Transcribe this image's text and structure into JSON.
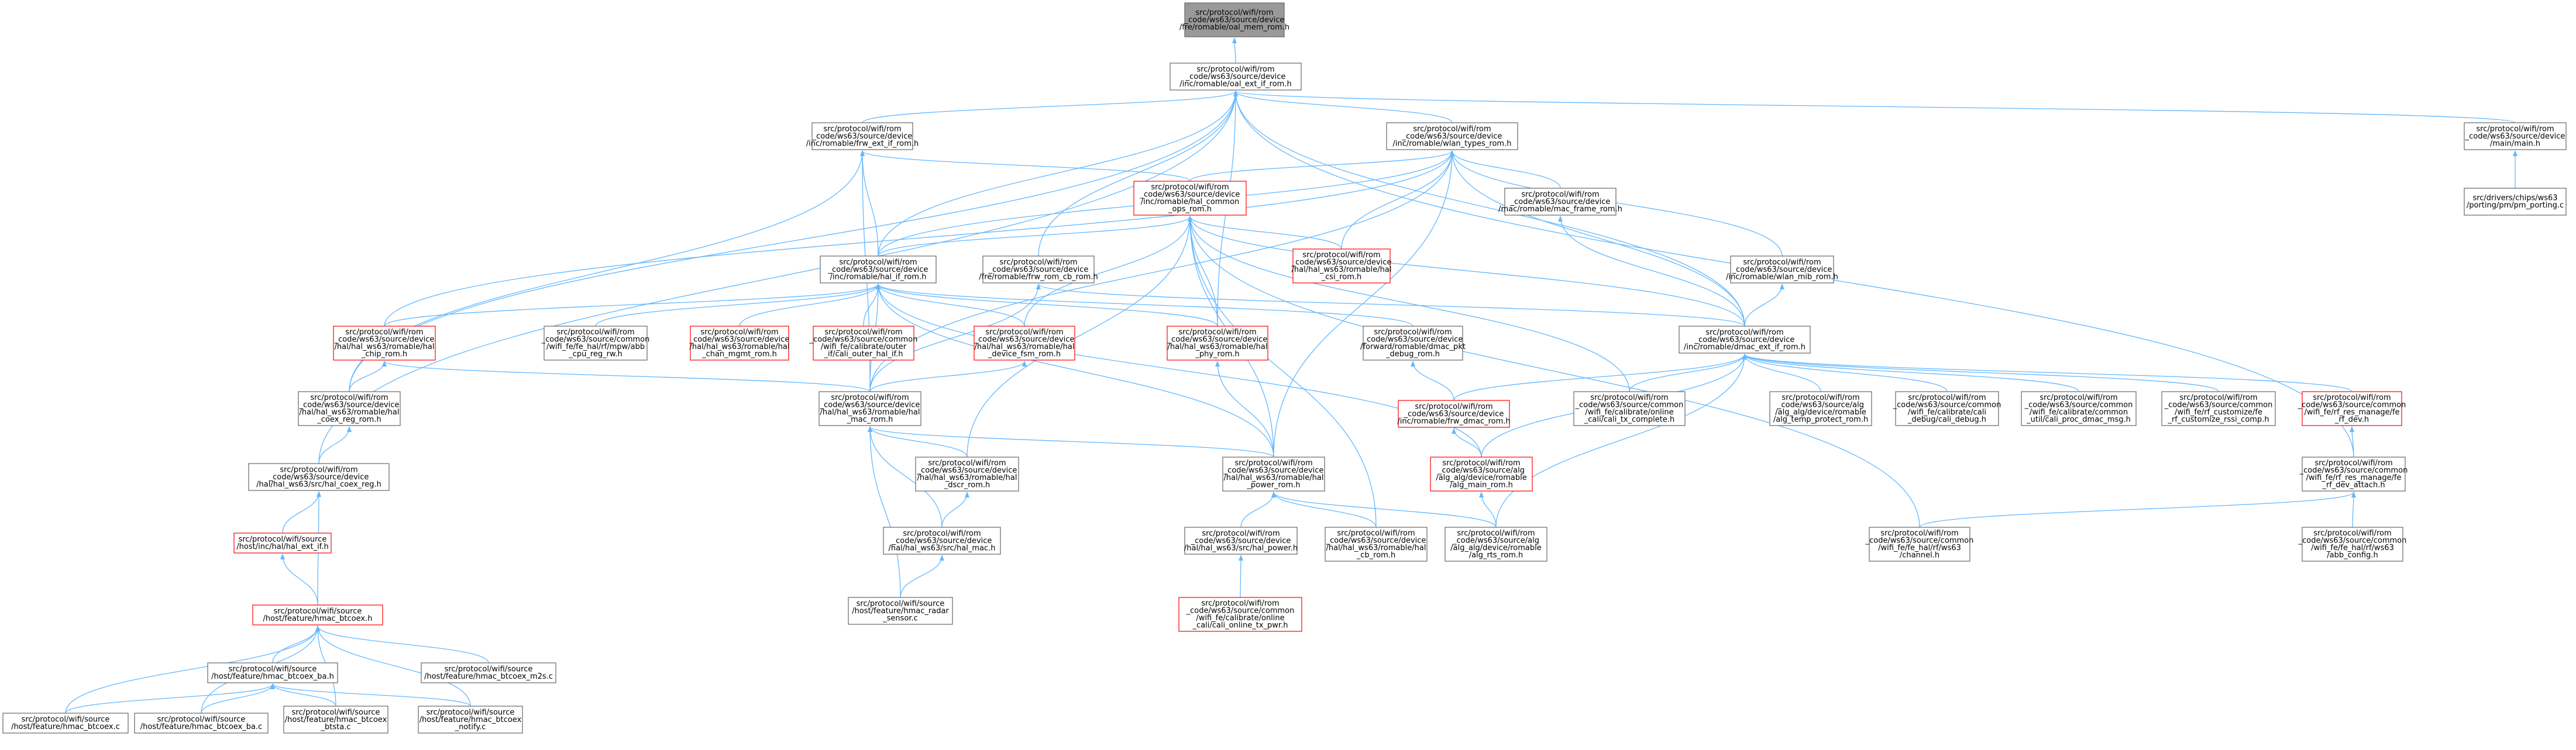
{
  "colors": {
    "background": "#ffffff",
    "node_fill": "#ffffff",
    "node_border": "#666666",
    "root_fill": "#999999",
    "root_border": "#666666",
    "red_border": "#ff0000",
    "edge": "#63b8ff"
  },
  "nodes": [
    {
      "id": "n0",
      "kind": "root",
      "lines": [
        "src/protocol/wifi/rom",
        "_code/ws63/source/device",
        "/fre/romable/oal_mem_rom.h"
      ]
    },
    {
      "id": "n1",
      "kind": "normal",
      "lines": [
        "src/protocol/wifi/rom",
        "_code/ws63/source/device",
        "/inc/romable/oal_ext_if_rom.h"
      ]
    },
    {
      "id": "n2",
      "kind": "normal",
      "lines": [
        "src/protocol/wifi/rom",
        "_code/ws63/source/device",
        "/inc/romable/frw_ext_if_rom.h"
      ]
    },
    {
      "id": "n3",
      "kind": "normal",
      "lines": [
        "src/protocol/wifi/rom",
        "_code/ws63/source/device",
        "/inc/romable/wlan_types_rom.h"
      ]
    },
    {
      "id": "n4",
      "kind": "normal",
      "lines": [
        "src/protocol/wifi/rom",
        "_code/ws63/source/device",
        "/main/main.h"
      ]
    },
    {
      "id": "n5",
      "kind": "red",
      "lines": [
        "src/protocol/wifi/rom",
        "_code/ws63/source/device",
        "/inc/romable/hal_common",
        "_ops_rom.h"
      ]
    },
    {
      "id": "n6",
      "kind": "normal",
      "lines": [
        "src/protocol/wifi/rom",
        "_code/ws63/source/device",
        "/mac/romable/mac_frame_rom.h"
      ]
    },
    {
      "id": "n7",
      "kind": "normal",
      "lines": [
        "src/drivers/chips/ws63",
        "/porting/pm/pm_porting.c"
      ]
    },
    {
      "id": "n8",
      "kind": "normal",
      "lines": [
        "src/protocol/wifi/rom",
        "_code/ws63/source/device",
        "/inc/romable/hal_if_rom.h"
      ]
    },
    {
      "id": "n9",
      "kind": "normal",
      "lines": [
        "src/protocol/wifi/rom",
        "_code/ws63/source/device",
        "/fre/romable/frw_rom_cb_rom.h"
      ]
    },
    {
      "id": "n10",
      "kind": "red",
      "lines": [
        "src/protocol/wifi/rom",
        "_code/ws63/source/device",
        "/hal/hal_ws63/romable/hal",
        "_csi_rom.h"
      ]
    },
    {
      "id": "n11",
      "kind": "normal",
      "lines": [
        "src/protocol/wifi/rom",
        "_code/ws63/source/device",
        "/inc/romable/wlan_mib_rom.h"
      ]
    },
    {
      "id": "n12",
      "kind": "red",
      "lines": [
        "src/protocol/wifi/rom",
        "_code/ws63/source/device",
        "/hal/hal_ws63/romable/hal",
        "_chip_rom.h"
      ]
    },
    {
      "id": "n13",
      "kind": "normal",
      "lines": [
        "src/protocol/wifi/rom",
        "_code/ws63/source/common",
        "/wifi_fe/fe_hal/rf/mpw/abb",
        "_cpu_reg_rw.h"
      ]
    },
    {
      "id": "n14",
      "kind": "red",
      "lines": [
        "src/protocol/wifi/rom",
        "_code/ws63/source/device",
        "/hal/hal_ws63/romable/hal",
        "_chan_mgmt_rom.h"
      ]
    },
    {
      "id": "n15",
      "kind": "red",
      "lines": [
        "src/protocol/wifi/rom",
        "_code/ws63/source/common",
        "/wifi_fe/calibrate/outer",
        "_if/cali_outer_hal_if.h"
      ]
    },
    {
      "id": "n16",
      "kind": "red",
      "lines": [
        "src/protocol/wifi/rom",
        "_code/ws63/source/device",
        "/hal/hal_ws63/romable/hal",
        "_device_fsm_rom.h"
      ]
    },
    {
      "id": "n17",
      "kind": "red",
      "lines": [
        "src/protocol/wifi/rom",
        "_code/ws63/source/device",
        "/hal/hal_ws63/romable/hal",
        "_phy_rom.h"
      ]
    },
    {
      "id": "n18",
      "kind": "normal",
      "lines": [
        "src/protocol/wifi/rom",
        "_code/ws63/source/device",
        "/forward/romable/dmac_pkt",
        "_debug_rom.h"
      ]
    },
    {
      "id": "n19",
      "kind": "normal",
      "lines": [
        "src/protocol/wifi/rom",
        "_code/ws63/source/device",
        "/inc/romable/dmac_ext_if_rom.h"
      ]
    },
    {
      "id": "n20",
      "kind": "normal",
      "lines": [
        "src/protocol/wifi/rom",
        "_code/ws63/source/device",
        "/hal/hal_ws63/romable/hal",
        "_coex_reg_rom.h"
      ]
    },
    {
      "id": "n21",
      "kind": "normal",
      "lines": [
        "src/protocol/wifi/rom",
        "_code/ws63/source/device",
        "/hal/hal_ws63/romable/hal",
        "_mac_rom.h"
      ]
    },
    {
      "id": "n22",
      "kind": "red",
      "lines": [
        "src/protocol/wifi/rom",
        "_code/ws63/source/device",
        "/inc/romable/frw_dmac_rom.h"
      ]
    },
    {
      "id": "n23",
      "kind": "normal",
      "lines": [
        "src/protocol/wifi/rom",
        "_code/ws63/source/common",
        "/wifi_fe/calibrate/online",
        "_cali/cali_tx_complete.h"
      ]
    },
    {
      "id": "n24",
      "kind": "normal",
      "lines": [
        "src/protocol/wifi/rom",
        "_code/ws63/source/alg",
        "/alg_alg/device/romable",
        "/alg_temp_protect_rom.h"
      ]
    },
    {
      "id": "n25",
      "kind": "normal",
      "lines": [
        "src/protocol/wifi/rom",
        "_code/ws63/source/common",
        "/wifi_fe/calibrate/cali",
        "_debug/cali_debug.h"
      ]
    },
    {
      "id": "n26",
      "kind": "normal",
      "lines": [
        "src/protocol/wifi/rom",
        "_code/ws63/source/common",
        "/wifi_fe/calibrate/common",
        "_util/cali_proc_dmac_msg.h"
      ]
    },
    {
      "id": "n27",
      "kind": "normal",
      "lines": [
        "src/protocol/wifi/rom",
        "_code/ws63/source/common",
        "/wifi_fe/rf_customize/fe",
        "_rf_customize_rssi_comp.h"
      ]
    },
    {
      "id": "n28",
      "kind": "red",
      "lines": [
        "src/protocol/wifi/rom",
        "_code/ws63/source/common",
        "/wifi_fe/rf_res_manage/fe",
        "_rf_dev.h"
      ]
    },
    {
      "id": "n29",
      "kind": "normal",
      "lines": [
        "src/protocol/wifi/rom",
        "_code/ws63/source/device",
        "/hal/hal_ws63/src/hal_coex_reg.h"
      ]
    },
    {
      "id": "n30",
      "kind": "normal",
      "lines": [
        "src/protocol/wifi/rom",
        "_code/ws63/source/device",
        "/hal/hal_ws63/romable/hal",
        "_dscr_rom.h"
      ]
    },
    {
      "id": "n31",
      "kind": "normal",
      "lines": [
        "src/protocol/wifi/rom",
        "_code/ws63/source/device",
        "/hal/hal_ws63/romable/hal",
        "_power_rom.h"
      ]
    },
    {
      "id": "n32",
      "kind": "red",
      "lines": [
        "src/protocol/wifi/rom",
        "_code/ws63/source/alg",
        "/alg_alg/device/romable",
        "/alg_main_rom.h"
      ]
    },
    {
      "id": "n33",
      "kind": "normal",
      "lines": [
        "src/protocol/wifi/rom",
        "_code/ws63/source/common",
        "/wifi_fe/rf_res_manage/fe",
        "_rf_dev_attach.h"
      ]
    },
    {
      "id": "n34",
      "kind": "red",
      "lines": [
        "src/protocol/wifi/source",
        "/host/inc/hal/hal_ext_if.h"
      ]
    },
    {
      "id": "n35",
      "kind": "normal",
      "lines": [
        "src/protocol/wifi/rom",
        "_code/ws63/source/device",
        "/hal/hal_ws63/src/hal_mac.h"
      ]
    },
    {
      "id": "n36",
      "kind": "normal",
      "lines": [
        "src/protocol/wifi/rom",
        "_code/ws63/source/device",
        "/hal/hal_ws63/src/hal_power.h"
      ]
    },
    {
      "id": "n37",
      "kind": "normal",
      "lines": [
        "src/protocol/wifi/rom",
        "_code/ws63/source/device",
        "/hal/hal_ws63/romable/hal",
        "_cb_rom.h"
      ]
    },
    {
      "id": "n38",
      "kind": "normal",
      "lines": [
        "src/protocol/wifi/rom",
        "_code/ws63/source/alg",
        "/alg_alg/device/romable",
        "/alg_rts_rom.h"
      ]
    },
    {
      "id": "n39",
      "kind": "normal",
      "lines": [
        "src/protocol/wifi/rom",
        "_code/ws63/source/common",
        "/wifi_fe/fe_hal/rf/ws63",
        "/channel.h"
      ]
    },
    {
      "id": "n40",
      "kind": "normal",
      "lines": [
        "src/protocol/wifi/rom",
        "_code/ws63/source/common",
        "/wifi_fe/fe_hal/rf/ws63",
        "/abb_config.h"
      ]
    },
    {
      "id": "n41",
      "kind": "red",
      "lines": [
        "src/protocol/wifi/source",
        "/host/feature/hmac_btcoex.h"
      ]
    },
    {
      "id": "n42",
      "kind": "normal",
      "lines": [
        "src/protocol/wifi/source",
        "/host/feature/hmac_radar",
        "_sensor.c"
      ]
    },
    {
      "id": "n43",
      "kind": "red",
      "lines": [
        "src/protocol/wifi/rom",
        "_code/ws63/source/common",
        "/wifi_fe/calibrate/online",
        "_cali/cali_online_tx_pwr.h"
      ]
    },
    {
      "id": "n44",
      "kind": "normal",
      "lines": [
        "src/protocol/wifi/source",
        "/host/feature/hmac_btcoex_ba.h"
      ]
    },
    {
      "id": "n45",
      "kind": "normal",
      "lines": [
        "src/protocol/wifi/source",
        "/host/feature/hmac_btcoex_m2s.c"
      ]
    },
    {
      "id": "n46",
      "kind": "normal",
      "lines": [
        "src/protocol/wifi/source",
        "/host/feature/hmac_btcoex.c"
      ]
    },
    {
      "id": "n47",
      "kind": "normal",
      "lines": [
        "src/protocol/wifi/source",
        "/host/feature/hmac_btcoex_ba.c"
      ]
    },
    {
      "id": "n48",
      "kind": "normal",
      "lines": [
        "src/protocol/wifi/source",
        "/host/feature/hmac_btcoex",
        "_btsta.c"
      ]
    },
    {
      "id": "n49",
      "kind": "normal",
      "lines": [
        "src/protocol/wifi/source",
        "/host/feature/hmac_btcoex",
        "_notify.c"
      ]
    }
  ],
  "edges": [
    [
      "n0",
      "n1"
    ],
    [
      "n1",
      "n2"
    ],
    [
      "n1",
      "n3"
    ],
    [
      "n1",
      "n4"
    ],
    [
      "n1",
      "n8"
    ],
    [
      "n1",
      "n9"
    ],
    [
      "n1",
      "n17"
    ],
    [
      "n1",
      "n19"
    ],
    [
      "n1",
      "n20"
    ],
    [
      "n1",
      "n29"
    ],
    [
      "n1",
      "n33"
    ],
    [
      "n2",
      "n5"
    ],
    [
      "n2",
      "n8"
    ],
    [
      "n2",
      "n21"
    ],
    [
      "n2",
      "n20"
    ],
    [
      "n3",
      "n5"
    ],
    [
      "n3",
      "n6"
    ],
    [
      "n3",
      "n8"
    ],
    [
      "n3",
      "n10"
    ],
    [
      "n3",
      "n11"
    ],
    [
      "n3",
      "n19"
    ],
    [
      "n3",
      "n21"
    ],
    [
      "n3",
      "n31"
    ],
    [
      "n3",
      "n12"
    ],
    [
      "n4",
      "n7"
    ],
    [
      "n5",
      "n8"
    ],
    [
      "n5",
      "n10"
    ],
    [
      "n5",
      "n16"
    ],
    [
      "n5",
      "n17"
    ],
    [
      "n5",
      "n19"
    ],
    [
      "n5",
      "n30"
    ],
    [
      "n5",
      "n23"
    ],
    [
      "n5",
      "n37"
    ],
    [
      "n5",
      "n39"
    ],
    [
      "n5",
      "n31"
    ],
    [
      "n6",
      "n19"
    ],
    [
      "n8",
      "n12"
    ],
    [
      "n8",
      "n13"
    ],
    [
      "n8",
      "n14"
    ],
    [
      "n8",
      "n15"
    ],
    [
      "n8",
      "n16"
    ],
    [
      "n8",
      "n17"
    ],
    [
      "n8",
      "n18"
    ],
    [
      "n8",
      "n21"
    ],
    [
      "n8",
      "n31"
    ],
    [
      "n8",
      "n32"
    ],
    [
      "n9",
      "n19"
    ],
    [
      "n9",
      "n21"
    ],
    [
      "n11",
      "n19"
    ],
    [
      "n12",
      "n20"
    ],
    [
      "n12",
      "n21"
    ],
    [
      "n16",
      "n21"
    ],
    [
      "n17",
      "n31"
    ],
    [
      "n18",
      "n22"
    ],
    [
      "n19",
      "n22"
    ],
    [
      "n19",
      "n23"
    ],
    [
      "n19",
      "n24"
    ],
    [
      "n19",
      "n25"
    ],
    [
      "n19",
      "n26"
    ],
    [
      "n19",
      "n27"
    ],
    [
      "n19",
      "n28"
    ],
    [
      "n19",
      "n32"
    ],
    [
      "n19",
      "n38"
    ],
    [
      "n20",
      "n29"
    ],
    [
      "n21",
      "n30"
    ],
    [
      "n21",
      "n31"
    ],
    [
      "n21",
      "n35"
    ],
    [
      "n21",
      "n42"
    ],
    [
      "n22",
      "n32"
    ],
    [
      "n28",
      "n33"
    ],
    [
      "n29",
      "n34"
    ],
    [
      "n29",
      "n41"
    ],
    [
      "n30",
      "n35"
    ],
    [
      "n31",
      "n36"
    ],
    [
      "n31",
      "n37"
    ],
    [
      "n31",
      "n38"
    ],
    [
      "n32",
      "n38"
    ],
    [
      "n33",
      "n39"
    ],
    [
      "n33",
      "n40"
    ],
    [
      "n34",
      "n41"
    ],
    [
      "n35",
      "n42"
    ],
    [
      "n36",
      "n43"
    ],
    [
      "n41",
      "n44"
    ],
    [
      "n41",
      "n45"
    ],
    [
      "n41",
      "n46"
    ],
    [
      "n41",
      "n47"
    ],
    [
      "n41",
      "n48"
    ],
    [
      "n41",
      "n49"
    ],
    [
      "n44",
      "n46"
    ],
    [
      "n44",
      "n47"
    ],
    [
      "n44",
      "n48"
    ],
    [
      "n44",
      "n49"
    ]
  ]
}
